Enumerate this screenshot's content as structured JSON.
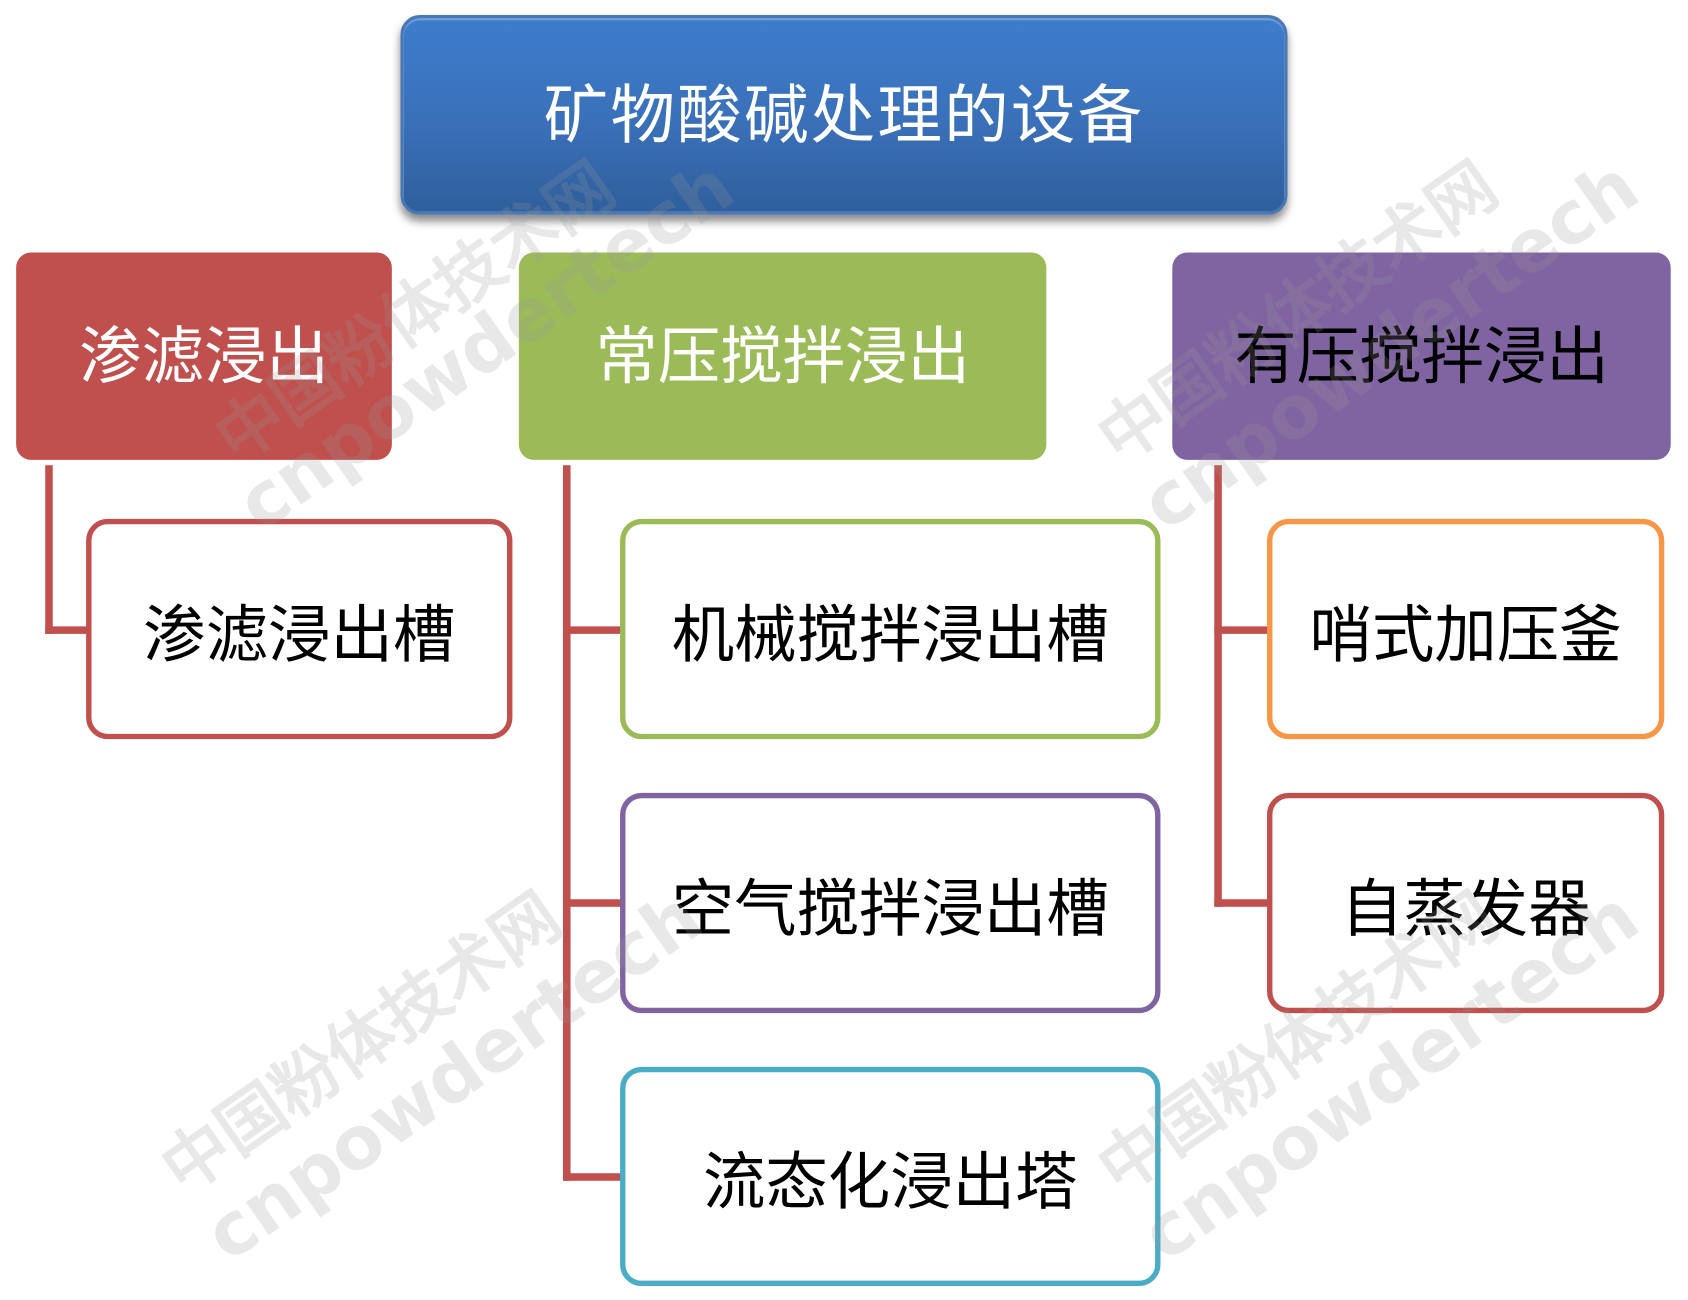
{
  "diagram": {
    "title": "矿物酸碱处理的设备",
    "categories": [
      {
        "label": "渗滤浸出",
        "color": "#c0504d",
        "children": [
          {
            "label": "渗滤浸出槽",
            "border_color": "#c0504d"
          }
        ]
      },
      {
        "label": "常压搅拌浸出",
        "color": "#9bbb59",
        "children": [
          {
            "label": "机械搅拌浸出槽",
            "border_color": "#9bbb59"
          },
          {
            "label": "空气搅拌浸出槽",
            "border_color": "#8064a2"
          },
          {
            "label": "流态化浸出塔",
            "border_color": "#4bacc6"
          }
        ]
      },
      {
        "label": "有压搅拌浸出",
        "color": "#8064a2",
        "children": [
          {
            "label": "哨式加压釜",
            "border_color": "#f79646"
          },
          {
            "label": "自蒸发器",
            "border_color": "#c0504d"
          }
        ]
      }
    ],
    "connector_color": "#c0504d",
    "title_color": "#3a72bd"
  },
  "watermark": {
    "cn": "中国粉体技术网",
    "en": "cnpowdertech"
  }
}
